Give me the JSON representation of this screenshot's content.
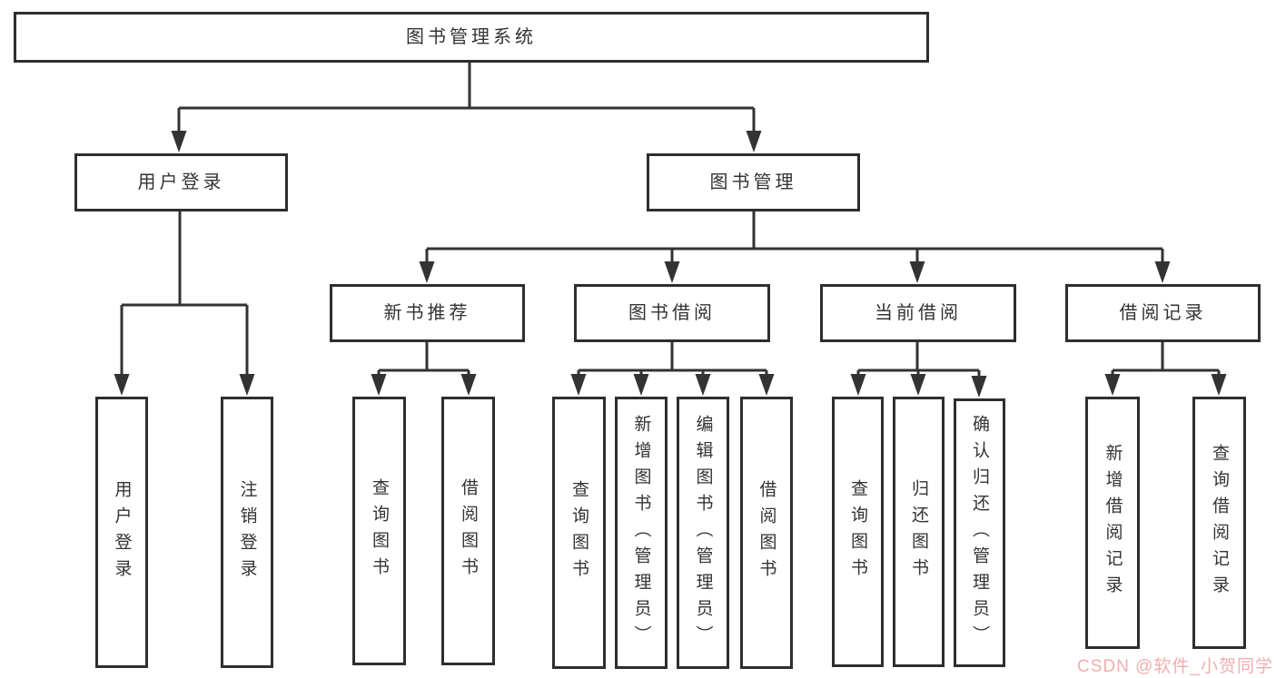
{
  "diagram_title": "图书管理系统",
  "colors": {
    "background": "#ffffff",
    "line": "#333333",
    "box_border": "#2e2e2e",
    "text": "#333333",
    "watermark_text": "#f0aeae"
  },
  "watermark": {
    "text": "CSDN @软件_小贺同学"
  },
  "tree": {
    "label": "图书管理系统",
    "children": [
      {
        "label": "用户登录",
        "children": [
          {
            "label": "用户登录"
          },
          {
            "label": "注销登录"
          }
        ]
      },
      {
        "label": "图书管理",
        "children": [
          {
            "label": "新书推荐",
            "children": [
              {
                "label": "查询图书"
              },
              {
                "label": "借阅图书"
              }
            ]
          },
          {
            "label": "图书借阅",
            "children": [
              {
                "label": "查询图书"
              },
              {
                "label": "新增图书（管理员）"
              },
              {
                "label": "编辑图书（管理员）"
              },
              {
                "label": "借阅图书"
              }
            ]
          },
          {
            "label": "当前借阅",
            "children": [
              {
                "label": "查询图书"
              },
              {
                "label": "归还图书"
              },
              {
                "label": "确认归还（管理员）"
              }
            ]
          },
          {
            "label": "借阅记录",
            "children": [
              {
                "label": "新增借阅记录"
              },
              {
                "label": "查询借阅记录"
              }
            ]
          }
        ]
      }
    ]
  }
}
